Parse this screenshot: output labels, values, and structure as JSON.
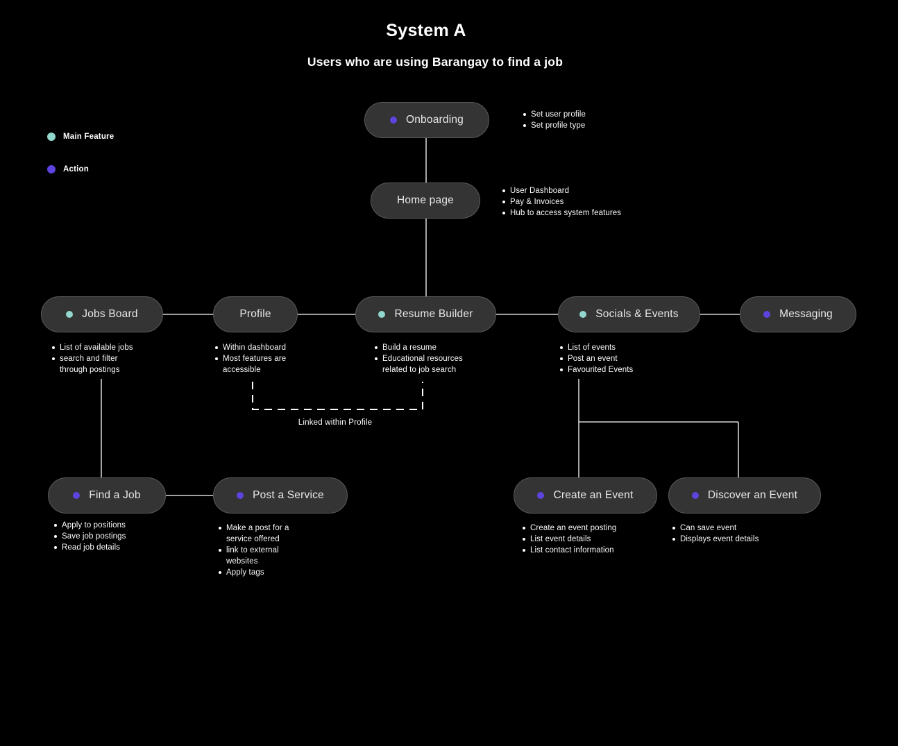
{
  "title": "System A",
  "subtitle": "Users who are using Barangay to find a job",
  "legend": {
    "main_feature": {
      "label": "Main Feature",
      "color": "#92D7CE"
    },
    "action": {
      "label": "Action",
      "color": "#5C44DF"
    }
  },
  "colors": {
    "background": "#000000",
    "node_fill": "#343434",
    "node_border": "#5A5A5C",
    "node_text": "#E7E7E7",
    "connector": "#FFFFFF",
    "main_feature_dot": "#92D7CE",
    "action_dot": "#5C44DF"
  },
  "nodes": {
    "onboarding": {
      "label": "Onboarding",
      "dot": "action",
      "notes": [
        "Set user profile",
        "Set profile type"
      ]
    },
    "home_page": {
      "label": "Home page",
      "dot": "none",
      "notes": [
        "User Dashboard",
        "Pay & Invoices",
        "Hub to access system features"
      ]
    },
    "jobs_board": {
      "label": "Jobs Board",
      "dot": "main-feature",
      "notes": [
        "List of available jobs",
        "search and filter through postings"
      ]
    },
    "profile": {
      "label": "Profile",
      "dot": "none",
      "notes": [
        "Within dashboard",
        "Most features are accessible"
      ]
    },
    "resume_builder": {
      "label": "Resume Builder",
      "dot": "main-feature",
      "notes": [
        "Build a resume",
        "Educational resources related to job search"
      ]
    },
    "socials_events": {
      "label": "Socials & Events",
      "dot": "main-feature",
      "notes": [
        "List of events",
        "Post an event",
        "Favourited Events"
      ]
    },
    "messaging": {
      "label": "Messaging",
      "dot": "action",
      "notes": []
    },
    "find_a_job": {
      "label": "Find a Job",
      "dot": "action",
      "notes": [
        "Apply to positions",
        "Save job postings",
        "Read job details"
      ]
    },
    "post_a_service": {
      "label": "Post a Service",
      "dot": "action",
      "notes": [
        "Make a post for a service offered",
        "link to external websites",
        "Apply tags"
      ]
    },
    "create_an_event": {
      "label": "Create an Event",
      "dot": "action",
      "notes": [
        "Create an event posting",
        "List event details",
        "List contact information"
      ]
    },
    "discover_an_event": {
      "label": "Discover an Event",
      "dot": "action",
      "notes": [
        "Can save event",
        "Displays event details"
      ]
    }
  },
  "connector_label": "Linked within Profile"
}
